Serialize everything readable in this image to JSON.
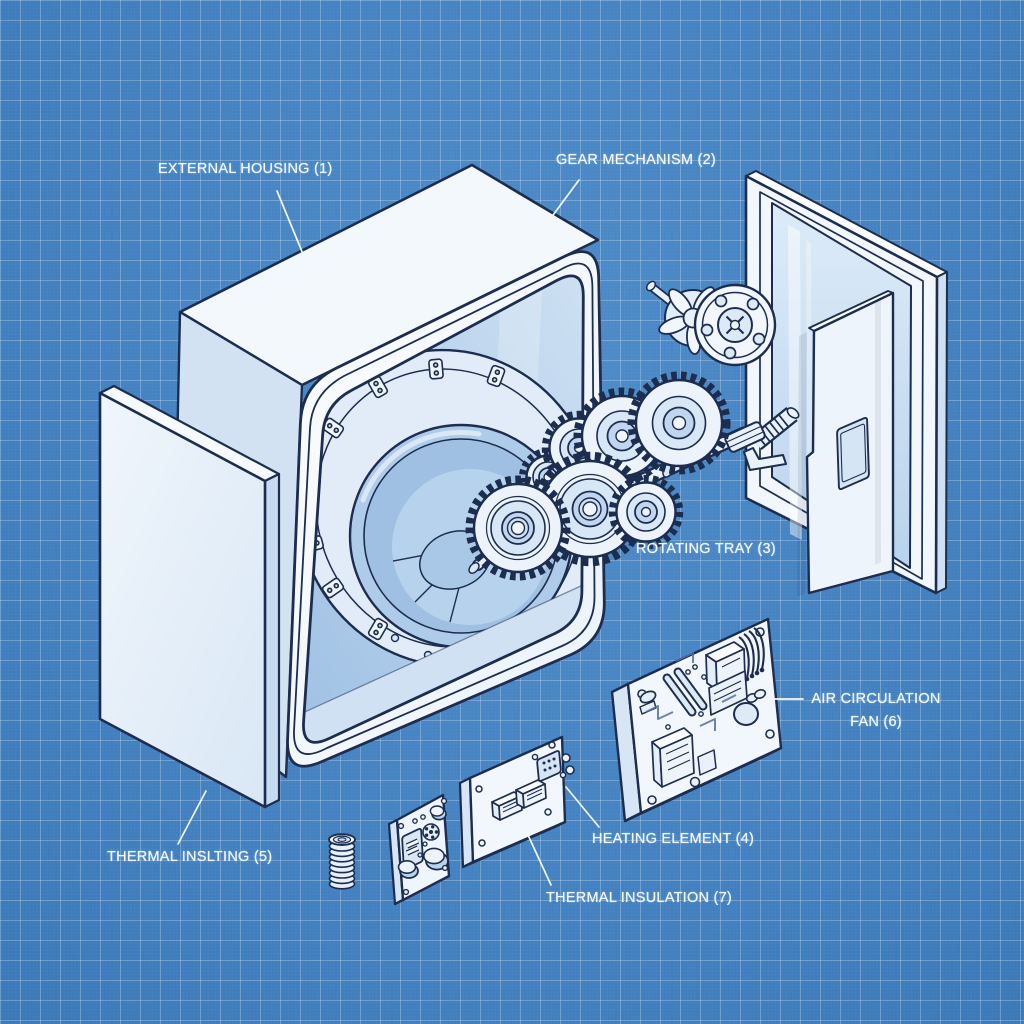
{
  "labels": {
    "external_housing": "EXTERNAL HOUSING (1)",
    "gear_mechanism": "GEAR MECHANISM (2)",
    "rotating_tray": "ROTATING TRAY (3)",
    "heating_element": "HEATING ELEMENT (4)",
    "thermal_inslting": "THERMAL INSLTING (5)",
    "air_circulation_fan": "AIR CIRCULATION FAN (6)",
    "thermal_insulation": "THERMAL INSULATION (7)"
  },
  "colors": {
    "background": "#4284c6",
    "grid_line": "#7fabda",
    "line_ink": "#1d2d4f",
    "part_fill_white": "#f6fafe",
    "part_fill_light": "#e9f1fa",
    "part_fill_mid": "#d6e5f4",
    "part_fill_shade": "#c3d7ee",
    "interior_fill": "#a9c7e7",
    "label_text": "#f3f8fd"
  }
}
